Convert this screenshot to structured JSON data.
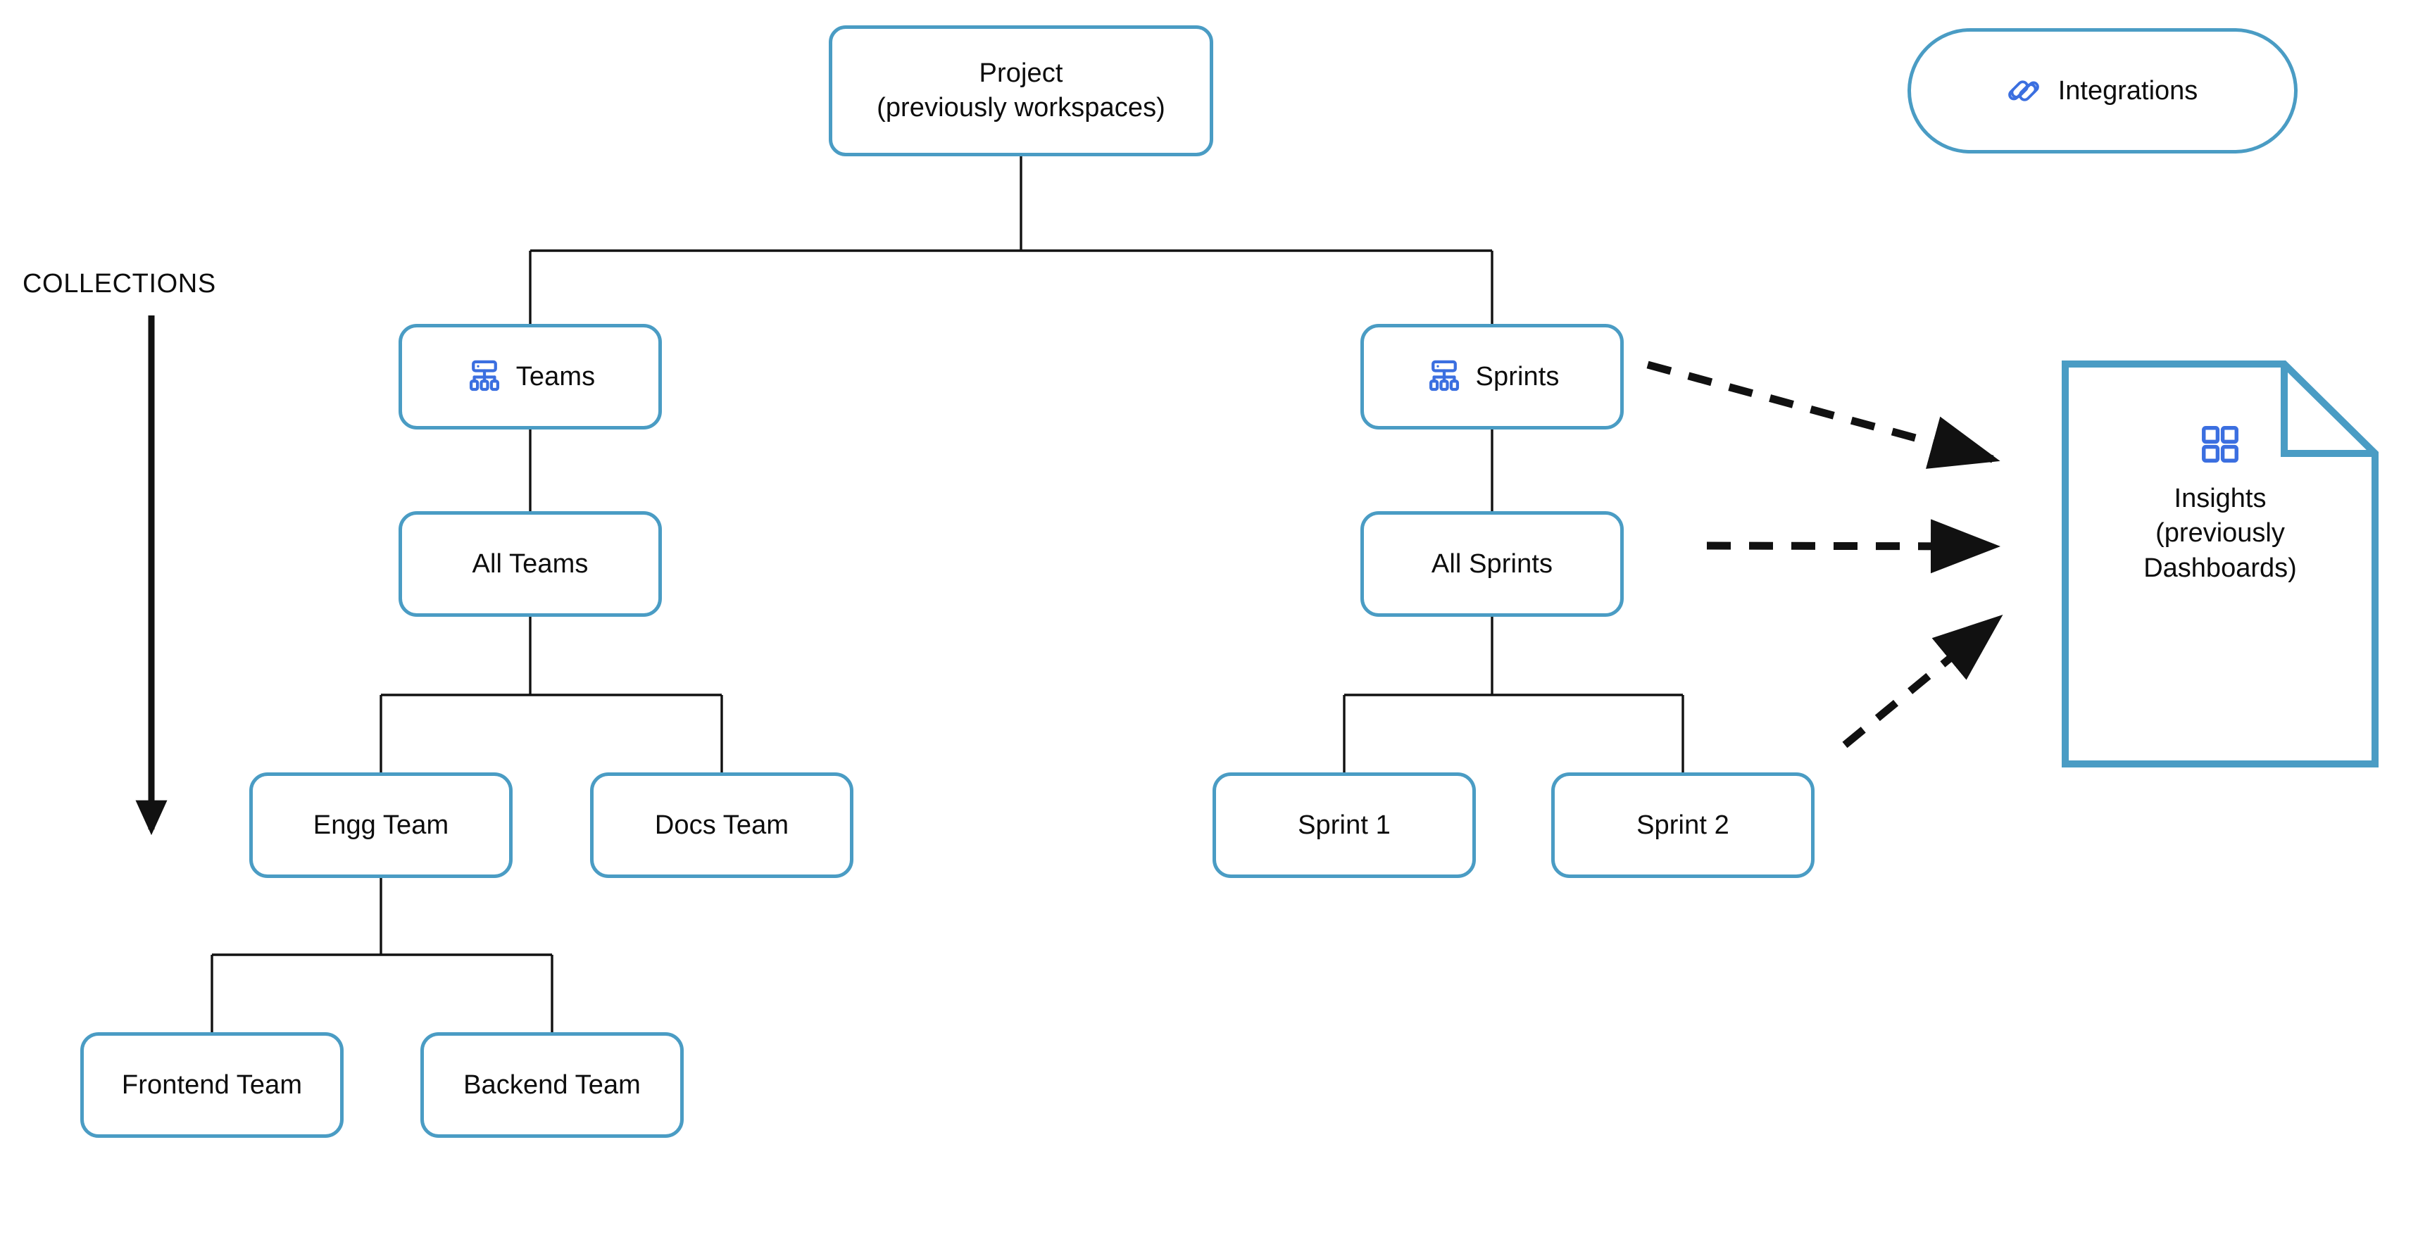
{
  "diagram": {
    "title": "Project hierarchy and collections",
    "background": "#ffffff",
    "colors": {
      "node_border": "#4a9cc4",
      "node_fill": "#ffffff",
      "edge": "#111111",
      "icon_blue": "#3b6fe0",
      "text": "#0d0d0d"
    }
  },
  "annotation": {
    "collections_label": "COLLECTIONS",
    "collections_arrow": "downward-arrow"
  },
  "root": {
    "label": "Project\n(previously workspaces)"
  },
  "integrations": {
    "label": "Integrations",
    "icon": "plug-icon"
  },
  "insights": {
    "label": "Insights\n(previously\nDashboards)",
    "icon": "grid-dashboard-icon",
    "shape": "document-folded-corner"
  },
  "collections": [
    {
      "id": "teams",
      "label": "Teams",
      "icon": "hierarchy-icon",
      "all_label": "All Teams",
      "children": [
        {
          "label": "Engg Team",
          "children": [
            {
              "label": "Frontend Team"
            },
            {
              "label": "Backend Team"
            }
          ]
        },
        {
          "label": "Docs Team",
          "children": []
        }
      ]
    },
    {
      "id": "sprints",
      "label": "Sprints",
      "icon": "hierarchy-icon",
      "all_label": "All Sprints",
      "children": [
        {
          "label": "Sprint 1",
          "children": []
        },
        {
          "label": "Sprint 2",
          "children": []
        }
      ]
    }
  ],
  "flows": [
    {
      "from": "Sprints",
      "to": "Insights",
      "style": "dashed-arrow"
    },
    {
      "from": "All Sprints",
      "to": "Insights",
      "style": "dashed-arrow"
    },
    {
      "from": "Sprint 2",
      "to": "Insights",
      "style": "dashed-arrow"
    }
  ]
}
